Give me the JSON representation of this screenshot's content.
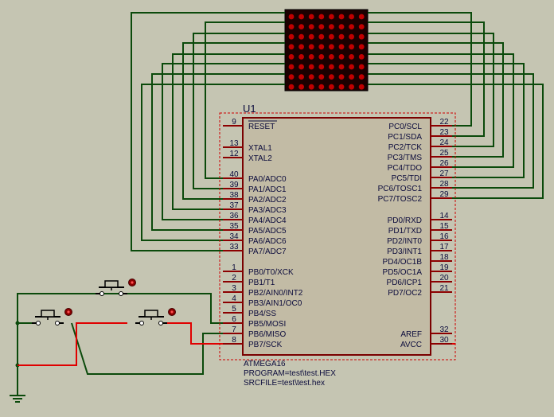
{
  "colors": {
    "background": "#c5c5b2",
    "wire_green": "#0b4a0b",
    "wire_red": "#e00000",
    "pin": "#8c0000",
    "chip_fill": "#c2bba5",
    "chip_border": "#7a0000",
    "text": "#0b0b3c",
    "matrix_bg": "#1c0000",
    "led": "#c00000"
  },
  "chip": {
    "ref": "U1",
    "part": "ATMEGA16",
    "program": "PROGRAM=test\\test.HEX",
    "srcfile": "SRCFILE=test\\test.hex",
    "left_pins": [
      {
        "num": "9",
        "name": "RESET"
      },
      {
        "num": "13",
        "name": "XTAL1"
      },
      {
        "num": "12",
        "name": "XTAL2"
      },
      {
        "num": "40",
        "name": "PA0/ADC0"
      },
      {
        "num": "39",
        "name": "PA1/ADC1"
      },
      {
        "num": "38",
        "name": "PA2/ADC2"
      },
      {
        "num": "37",
        "name": "PA3/ADC3"
      },
      {
        "num": "36",
        "name": "PA4/ADC4"
      },
      {
        "num": "35",
        "name": "PA5/ADC5"
      },
      {
        "num": "34",
        "name": "PA6/ADC6"
      },
      {
        "num": "33",
        "name": "PA7/ADC7"
      },
      {
        "num": "1",
        "name": "PB0/T0/XCK"
      },
      {
        "num": "2",
        "name": "PB1/T1"
      },
      {
        "num": "3",
        "name": "PB2/AIN0/INT2"
      },
      {
        "num": "4",
        "name": "PB3/AIN1/OC0"
      },
      {
        "num": "5",
        "name": "PB4/SS"
      },
      {
        "num": "6",
        "name": "PB5/MOSI"
      },
      {
        "num": "7",
        "name": "PB6/MISO"
      },
      {
        "num": "8",
        "name": "PB7/SCK"
      }
    ],
    "right_pins": [
      {
        "num": "22",
        "name": "PC0/SCL"
      },
      {
        "num": "23",
        "name": "PC1/SDA"
      },
      {
        "num": "24",
        "name": "PC2/TCK"
      },
      {
        "num": "25",
        "name": "PC3/TMS"
      },
      {
        "num": "26",
        "name": "PC4/TDO"
      },
      {
        "num": "27",
        "name": "PC5/TDI"
      },
      {
        "num": "28",
        "name": "PC6/TOSC1"
      },
      {
        "num": "29",
        "name": "PC7/TOSC2"
      },
      {
        "num": "14",
        "name": "PD0/RXD"
      },
      {
        "num": "15",
        "name": "PD1/TXD"
      },
      {
        "num": "16",
        "name": "PD2/INT0"
      },
      {
        "num": "17",
        "name": "PD3/INT1"
      },
      {
        "num": "18",
        "name": "PD4/OC1B"
      },
      {
        "num": "19",
        "name": "PD5/OC1A"
      },
      {
        "num": "20",
        "name": "PD6/ICP1"
      },
      {
        "num": "21",
        "name": "PD7/OC2"
      },
      {
        "num": "32",
        "name": "AREF"
      },
      {
        "num": "30",
        "name": "AVCC"
      }
    ]
  },
  "led_matrix": {
    "rows": 8,
    "cols": 8
  },
  "buttons": [
    "push-button-1",
    "push-button-2",
    "push-button-3"
  ]
}
